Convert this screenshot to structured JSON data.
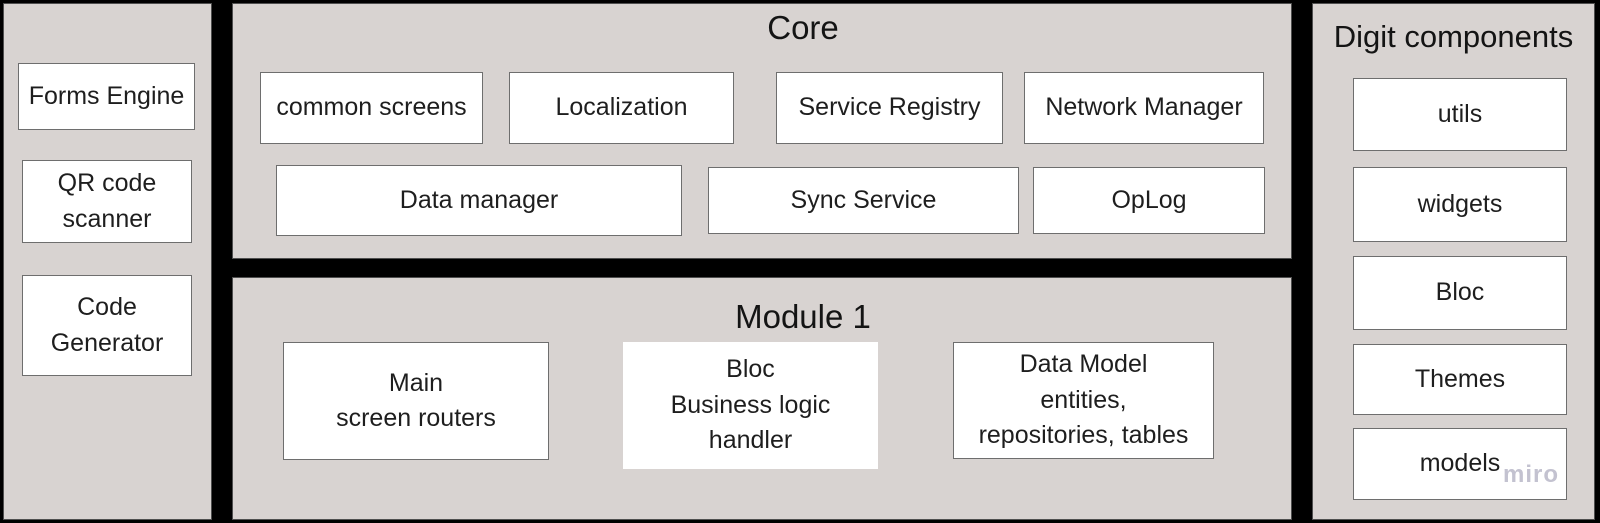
{
  "colors": {
    "canvas_bg": "#000000",
    "panel_bg": "#d8d3d1",
    "panel_border": "#4f4f4f",
    "box_bg": "#ffffff",
    "box_border": "#6e6e6e",
    "text": "#1e1e1e",
    "watermark": "#c3c2d0"
  },
  "left_panel": {
    "forms_engine": "Forms Engine",
    "qr_code_scanner": "QR code\nscanner",
    "code_generator": "Code\nGenerator"
  },
  "core": {
    "title": "Core",
    "common_screens": "common screens",
    "localization": "Localization",
    "service_registry": "Service Registry",
    "network_manager": "Network Manager",
    "data_manager": "Data manager",
    "sync_service": "Sync Service",
    "oplog": "OpLog"
  },
  "module1": {
    "title": "Module 1",
    "main_screen_routers": "Main\nscreen routers",
    "bloc_handler": "Bloc\nBusiness logic\nhandler",
    "data_model": "Data Model\nentities,\nrepositories, tables"
  },
  "digit_components": {
    "title": "Digit components",
    "utils": "utils",
    "widgets": "widgets",
    "bloc": "Bloc",
    "themes": "Themes",
    "models": "models"
  },
  "watermark": "miro"
}
